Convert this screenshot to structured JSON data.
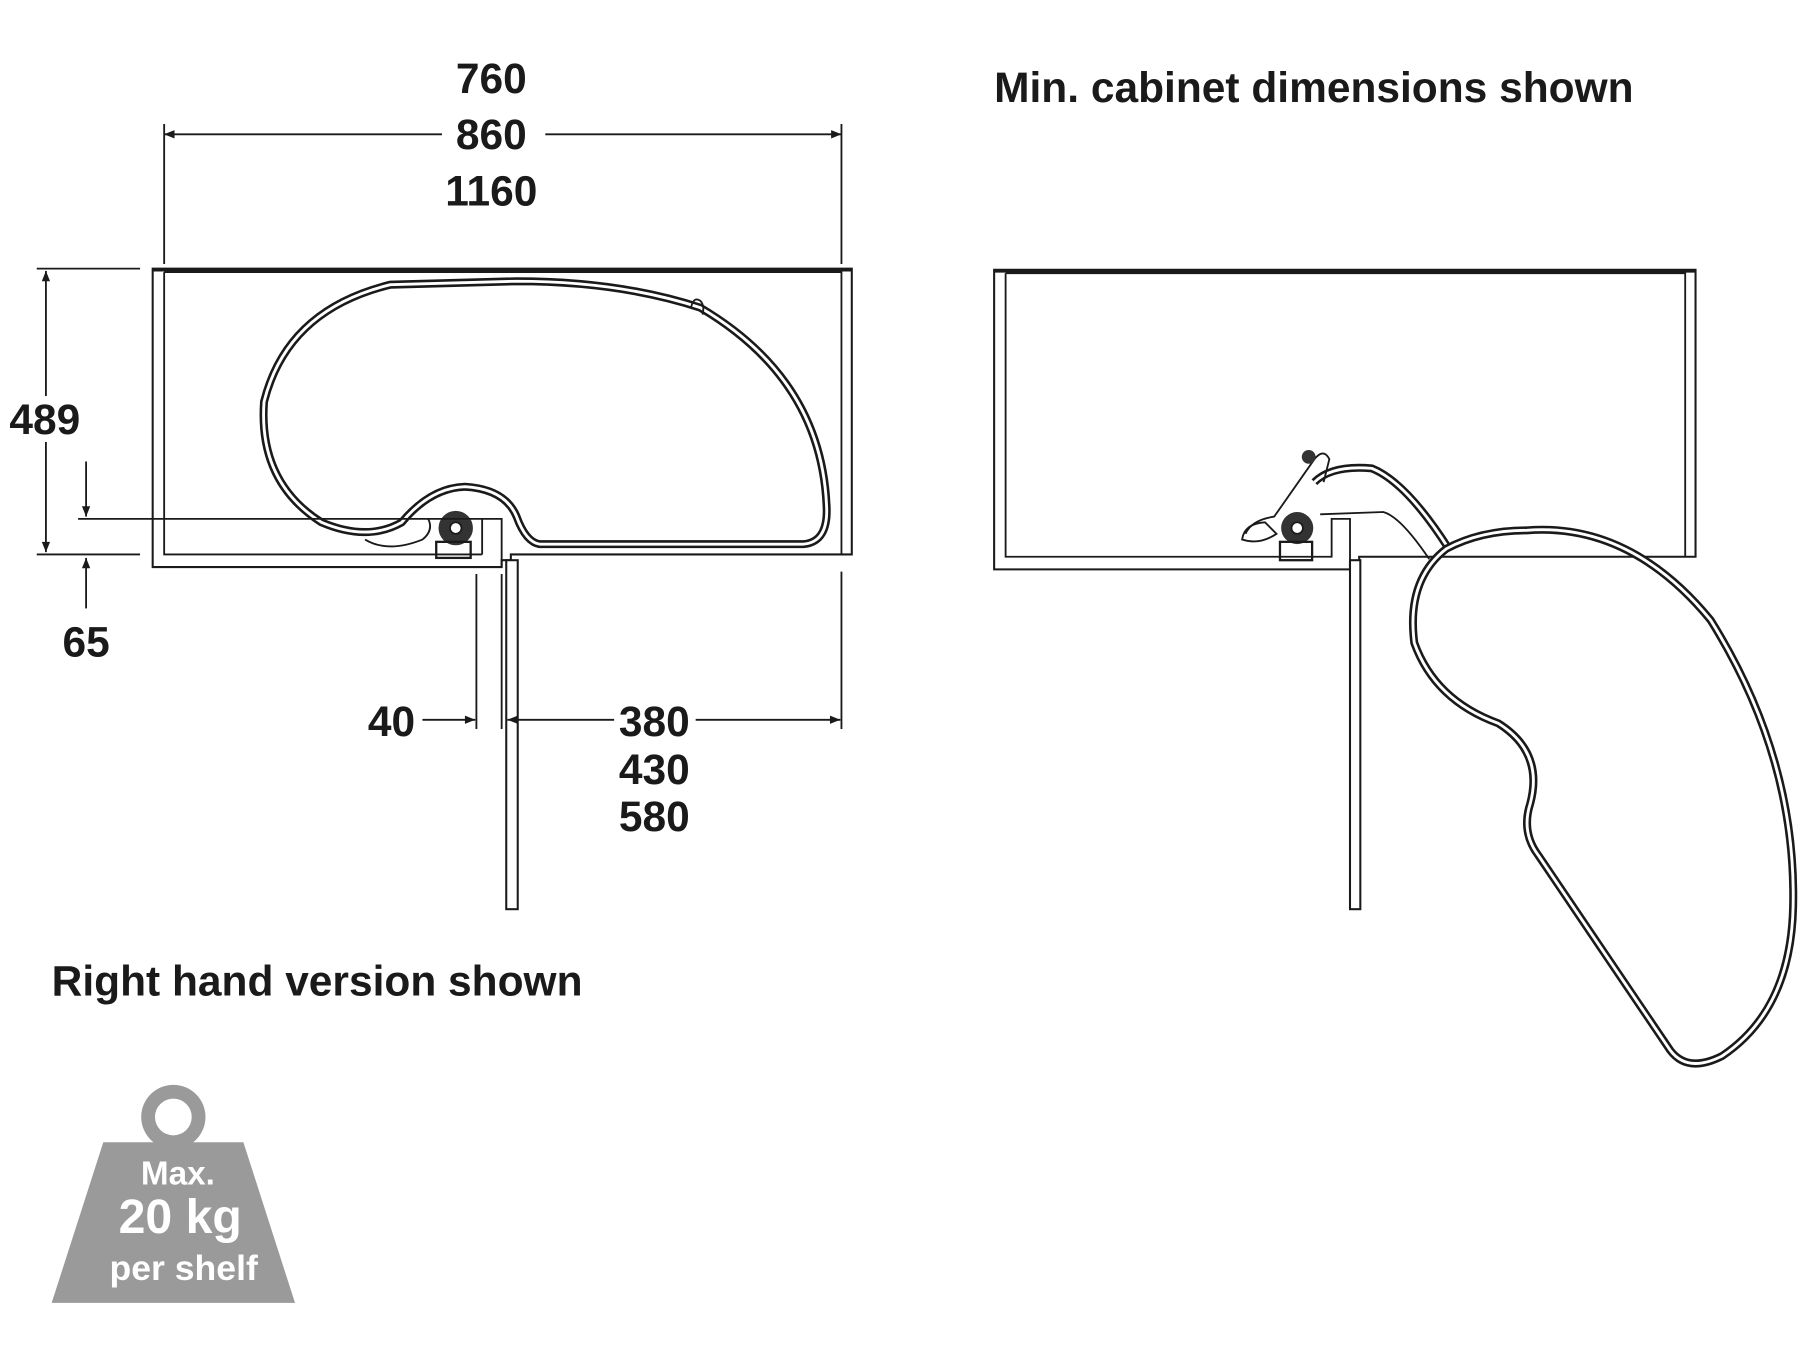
{
  "left_view": {
    "width_dims": [
      "760",
      "860",
      "1160"
    ],
    "depth_dim": "489",
    "offset_dim": "65",
    "door_gap_dim": "40",
    "door_width_dims": [
      "380",
      "430",
      "580"
    ],
    "caption": "Right hand version shown"
  },
  "right_view": {
    "caption": "Min. cabinet dimensions shown"
  },
  "weight_badge": {
    "line1": "Max.",
    "line2": "20 kg",
    "line3": "per shelf",
    "color": "#9a9a9a"
  }
}
